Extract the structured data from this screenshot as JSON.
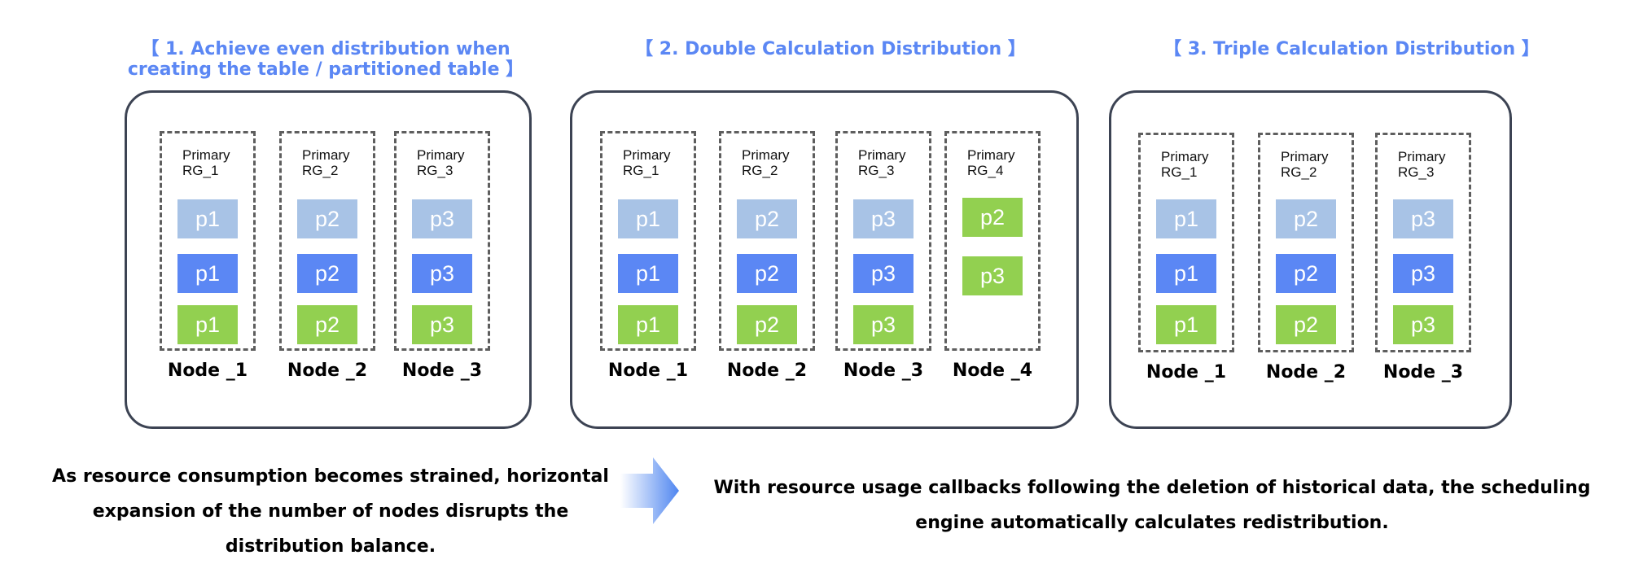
{
  "panels": [
    {
      "title": "【 1. Achieve even distribution when\ncreating the table / partitioned table 】",
      "nodes": [
        {
          "label": "Node _1",
          "rg": "Primary\nRG_1",
          "chips": [
            {
              "text": "p1",
              "color": "#a8c3e6"
            },
            {
              "text": "p1",
              "color": "#5b87f4"
            },
            {
              "text": "p1",
              "color": "#92d050"
            }
          ]
        },
        {
          "label": "Node _2",
          "rg": "Primary\nRG_2",
          "chips": [
            {
              "text": "p2",
              "color": "#a8c3e6"
            },
            {
              "text": "p2",
              "color": "#5b87f4"
            },
            {
              "text": "p2",
              "color": "#92d050"
            }
          ]
        },
        {
          "label": "Node _3",
          "rg": "Primary\nRG_3",
          "chips": [
            {
              "text": "p3",
              "color": "#a8c3e6"
            },
            {
              "text": "p3",
              "color": "#5b87f4"
            },
            {
              "text": "p3",
              "color": "#92d050"
            }
          ]
        }
      ]
    },
    {
      "title": "【 2. Double Calculation Distribution 】",
      "nodes": [
        {
          "label": "Node _1",
          "rg": "Primary\nRG_1",
          "chips": [
            {
              "text": "p1",
              "color": "#a8c3e6"
            },
            {
              "text": "p1",
              "color": "#5b87f4"
            },
            {
              "text": "p1",
              "color": "#92d050"
            }
          ]
        },
        {
          "label": "Node _2",
          "rg": "Primary\nRG_2",
          "chips": [
            {
              "text": "p2",
              "color": "#a8c3e6"
            },
            {
              "text": "p2",
              "color": "#5b87f4"
            },
            {
              "text": "p2",
              "color": "#92d050"
            }
          ]
        },
        {
          "label": "Node _3",
          "rg": "Primary\nRG_3",
          "chips": [
            {
              "text": "p3",
              "color": "#a8c3e6"
            },
            {
              "text": "p3",
              "color": "#5b87f4"
            },
            {
              "text": "p3",
              "color": "#92d050"
            }
          ]
        },
        {
          "label": "Node _4",
          "rg": "Primary\nRG_4",
          "chips": [
            {
              "text": "p2",
              "color": "#92d050"
            },
            {
              "text": "p3",
              "color": "#92d050"
            }
          ]
        }
      ]
    },
    {
      "title": "【 3. Triple Calculation Distribution 】",
      "nodes": [
        {
          "label": "Node _1",
          "rg": "Primary\nRG_1",
          "chips": [
            {
              "text": "p1",
              "color": "#a8c3e6"
            },
            {
              "text": "p1",
              "color": "#5b87f4"
            },
            {
              "text": "p1",
              "color": "#92d050"
            }
          ]
        },
        {
          "label": "Node _2",
          "rg": "Primary\nRG_2",
          "chips": [
            {
              "text": "p2",
              "color": "#a8c3e6"
            },
            {
              "text": "p2",
              "color": "#5b87f4"
            },
            {
              "text": "p2",
              "color": "#92d050"
            }
          ]
        },
        {
          "label": "Node _3",
          "rg": "Primary\nRG_3",
          "chips": [
            {
              "text": "p3",
              "color": "#a8c3e6"
            },
            {
              "text": "p3",
              "color": "#5b87f4"
            },
            {
              "text": "p3",
              "color": "#92d050"
            }
          ]
        }
      ]
    }
  ],
  "captions": {
    "left": "As resource consumption becomes strained, horizontal expansion of the number of nodes disrupts the distribution balance.",
    "right": "With resource usage callbacks following the deletion of historical data, the scheduling engine automatically calculates redistribution."
  },
  "colors": {
    "title": "#5b87f4",
    "chip_light_blue": "#a8c3e6",
    "chip_blue": "#5b87f4",
    "chip_green": "#92d050"
  }
}
